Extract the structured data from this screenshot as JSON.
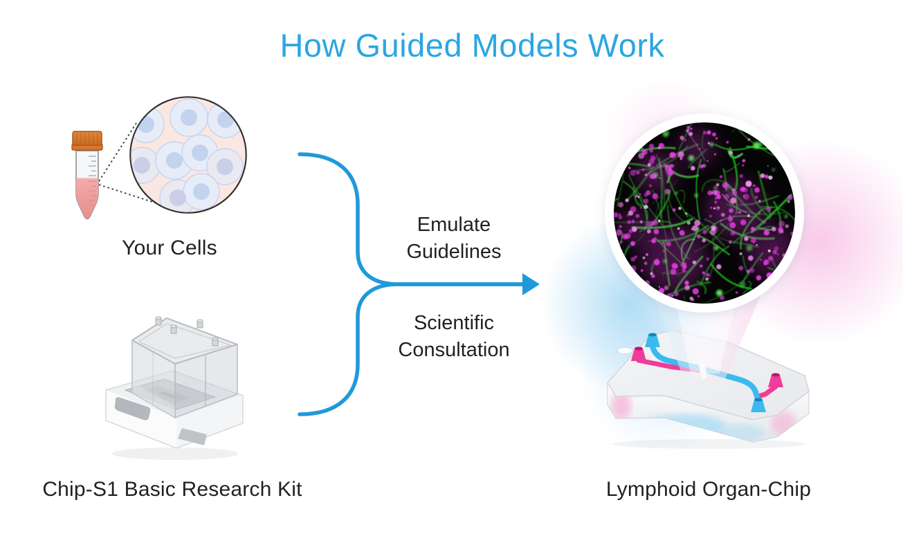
{
  "title": "How Guided Models Work",
  "colors": {
    "title_blue": "#2BA6E2",
    "arrow_blue": "#2099DB",
    "label_dark": "#231F20",
    "glow_blue": "#7DC6F0",
    "glow_pink": "#F49ED8",
    "micro_green": "#22C822",
    "micro_magenta": "#E03EE0",
    "chip_channel_blue": "#3ABAEE",
    "chip_channel_pink": "#EE3D9A",
    "tube_cap_orange": "#D9772E",
    "tube_liquid_pink": "#EF9E9D",
    "cells_background_pink": "#FBE7E2",
    "cell_body_blue": "#E7EDF8",
    "cell_nucleus_blue": "#C2D3EE"
  },
  "inputs_group": {
    "your_cells": {
      "label": "Your Cells",
      "icon": "conical-tube-with-cells-inset"
    },
    "kit": {
      "label": "Chip-S1 Basic Research Kit",
      "icon": "chip-s1-research-kit"
    }
  },
  "process": {
    "arrow_icon": "merge-arrow",
    "top_label": {
      "line1": "Emulate",
      "line2": "Guidelines"
    },
    "bottom_label": {
      "line1": "Scientific",
      "line2": "Consultation"
    }
  },
  "output_group": {
    "label": "Lymphoid Organ-Chip",
    "micrograph_icon": "fluorescence-micrograph",
    "chip_icon": "lymphoid-organ-chip"
  }
}
